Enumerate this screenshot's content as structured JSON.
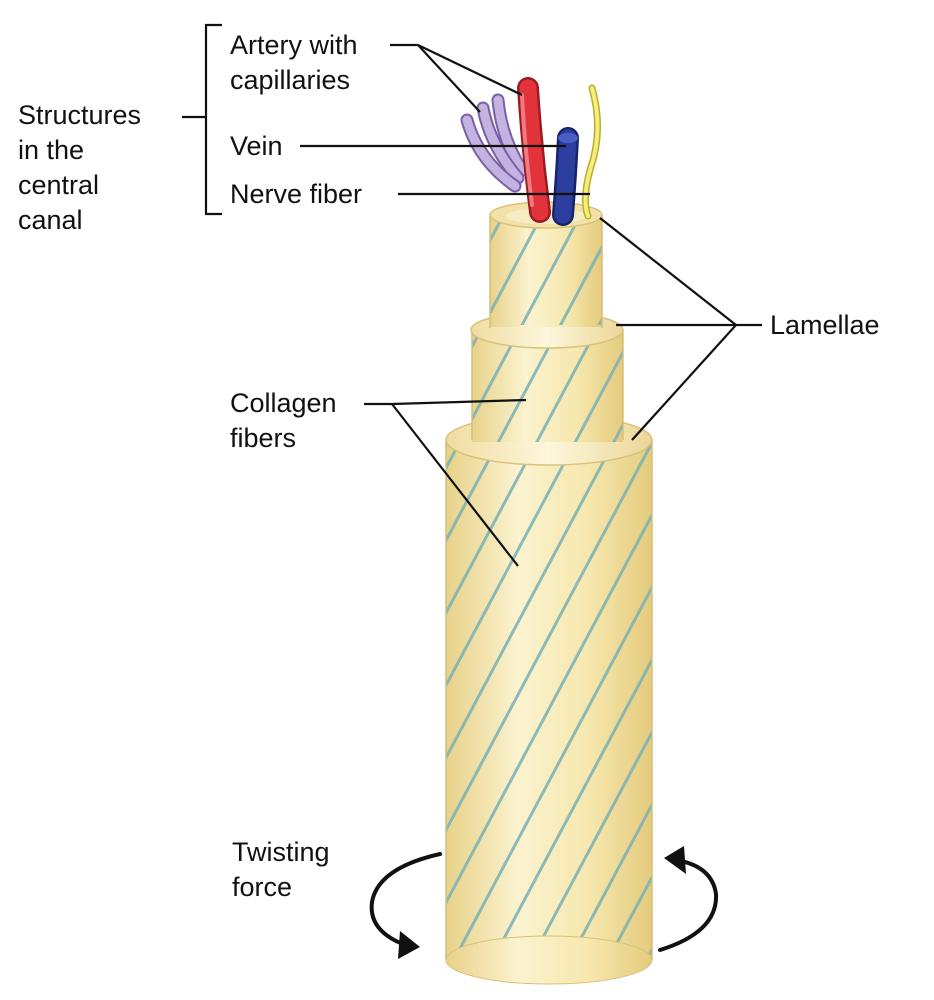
{
  "labels": {
    "structures": [
      "Structures",
      "in the",
      "central",
      "canal"
    ],
    "artery": [
      "Artery with",
      "capillaries"
    ],
    "vein": "Vein",
    "nerve": "Nerve fiber",
    "lamellae": "Lamellae",
    "collagen": [
      "Collagen",
      "fibers"
    ],
    "twisting": [
      "Twisting",
      "force"
    ]
  },
  "colors": {
    "bone": "#f8edbb",
    "bone_shade": "#e9d48c",
    "fiber_stripe": "#7fb6b8",
    "artery": "#e2333c",
    "capillary": "#b9a6d8",
    "vein": "#2c3f9e",
    "nerve": "#f1ea6a",
    "leader_line": "#111111"
  },
  "icons": {
    "twist_left": "curved-arrow-counterclockwise-icon",
    "twist_right": "curved-arrow-clockwise-icon"
  }
}
